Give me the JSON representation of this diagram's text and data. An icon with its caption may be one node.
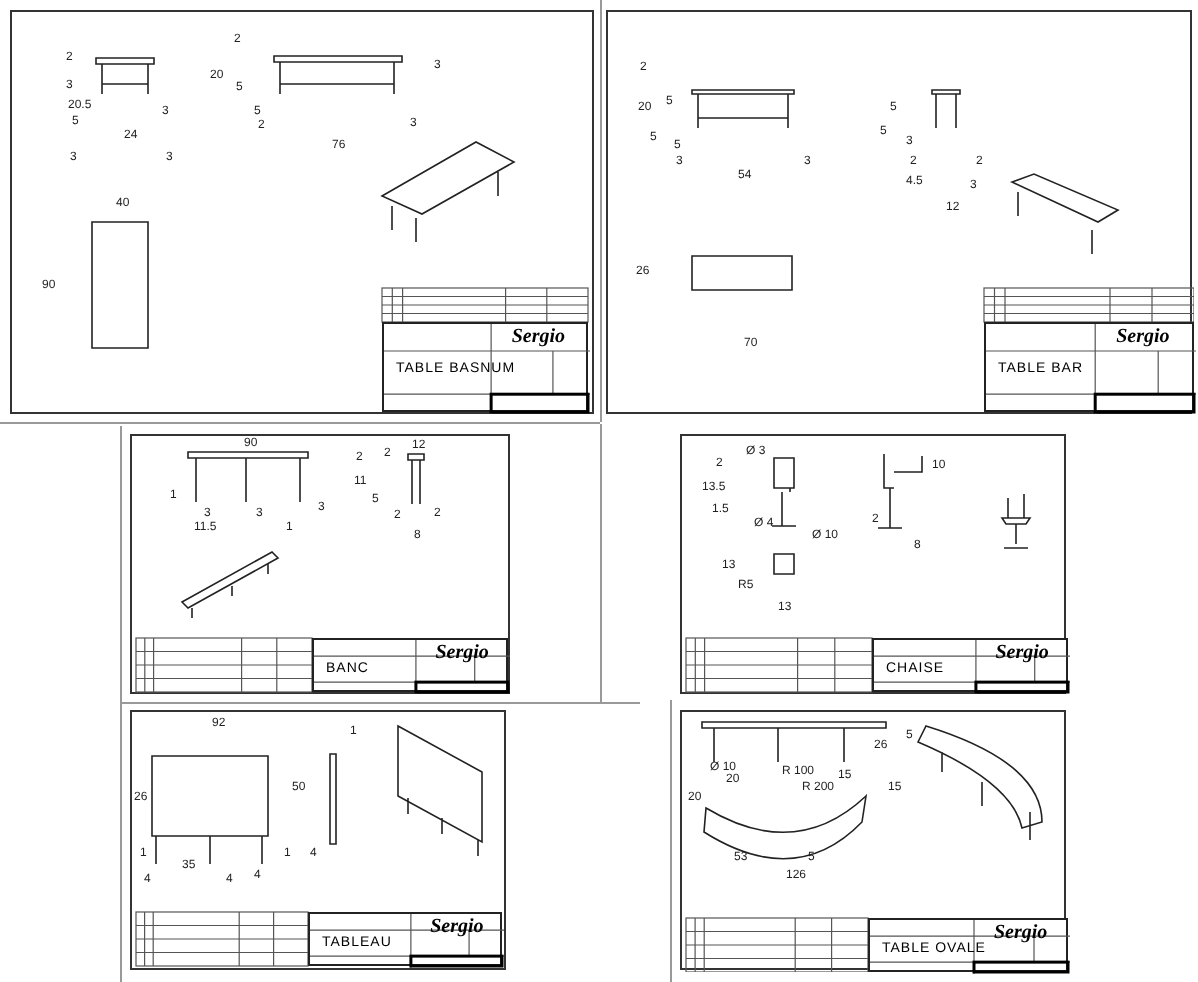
{
  "diagram": {
    "nodes": [
      {
        "text": [
          "2",
          "3",
          "20.5",
          "3",
          "5",
          "24",
          "3",
          "3",
          "2",
          "20",
          "5",
          "3",
          "5",
          "2",
          "3",
          "76",
          "40",
          "90"
        ]
      },
      {
        "text": [
          "Sergio",
          "TABLE BASNUM"
        ],
        "in": 0
      },
      {
        "text": [
          "2",
          "20",
          "5",
          "5",
          "5",
          "3",
          "3",
          "54",
          "5",
          "5",
          "3",
          "2",
          "2",
          "4.5",
          "3",
          "12",
          "26",
          "70"
        ]
      },
      {
        "text": [
          "Sergio",
          "TABLE BAR"
        ],
        "in": 2
      },
      {
        "text": [
          "90",
          "1",
          "3",
          "11.5",
          "3",
          "3",
          "1",
          "2",
          "12",
          "2",
          "11",
          "5",
          "2",
          "2",
          "8"
        ]
      },
      {
        "text": [
          "Sergio",
          "BANC"
        ],
        "in": 4
      },
      {
        "text": [
          "Ø 3",
          "2",
          "13.5",
          "1.5",
          "Ø 4",
          "Ø 10",
          "10",
          "2",
          "8",
          "13",
          "R5",
          "13"
        ]
      },
      {
        "text": [
          "Sergio",
          "CHAISE"
        ],
        "in": 6
      },
      {
        "text": [
          "92",
          "1",
          "26",
          "50",
          "1",
          "35",
          "4",
          "4",
          "4",
          "1",
          "4"
        ]
      },
      {
        "text": [
          "Sergio",
          "TABLEAU"
        ],
        "in": 8
      },
      {
        "text": [
          "Ø 10",
          "20",
          "R 100",
          "R 200",
          "15",
          "15",
          "20",
          "26",
          "5",
          "53",
          "5",
          "126"
        ]
      },
      {
        "text": [
          "Sergio",
          "TABLE OVALE"
        ],
        "in": 10
      }
    ]
  }
}
